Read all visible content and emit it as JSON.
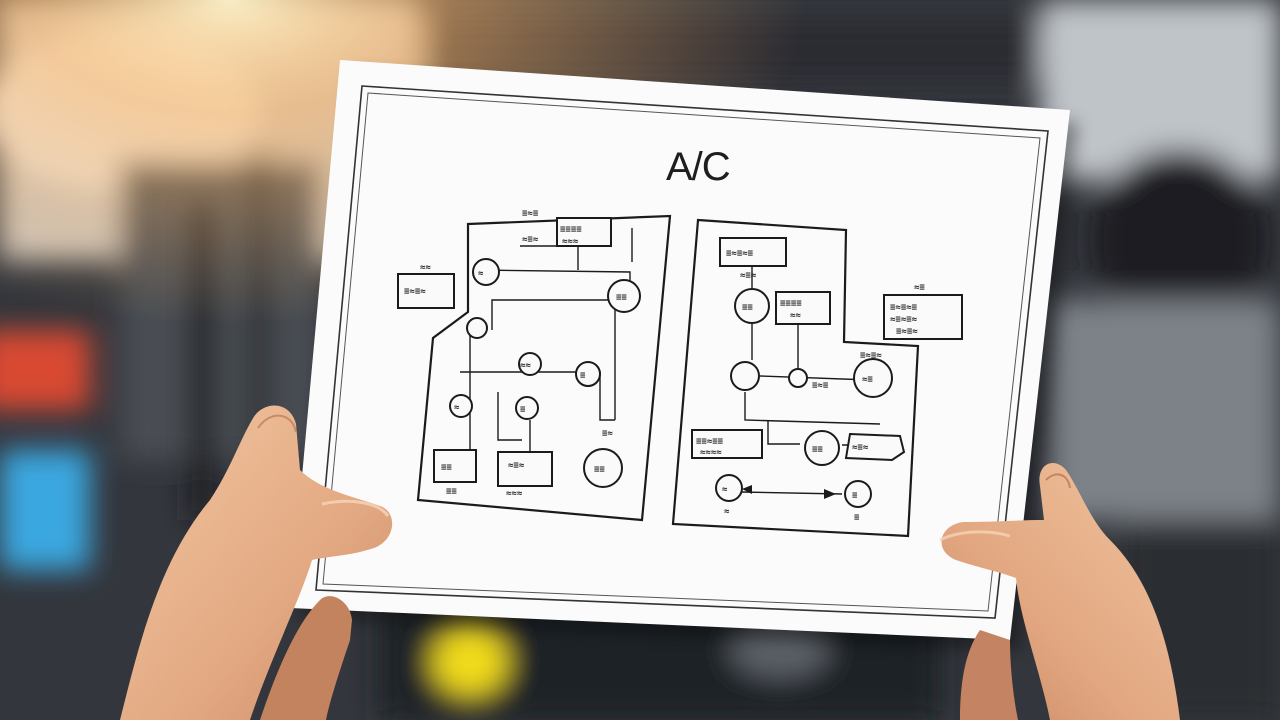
{
  "diagram": {
    "title": "A/C"
  },
  "colors": {
    "paper": "#fbfbfb",
    "ink": "#1b1b1b",
    "skin": "#e8b58f",
    "engine_dark": "#23262c",
    "cap_yellow": "#f2dc1c",
    "reservoir_blue": "#3aa7e0",
    "reservoir_red": "#d94a32"
  },
  "icons": [
    "engine-bay-background",
    "a-c-wiring-diagram-sheet",
    "left-hand",
    "right-hand"
  ]
}
